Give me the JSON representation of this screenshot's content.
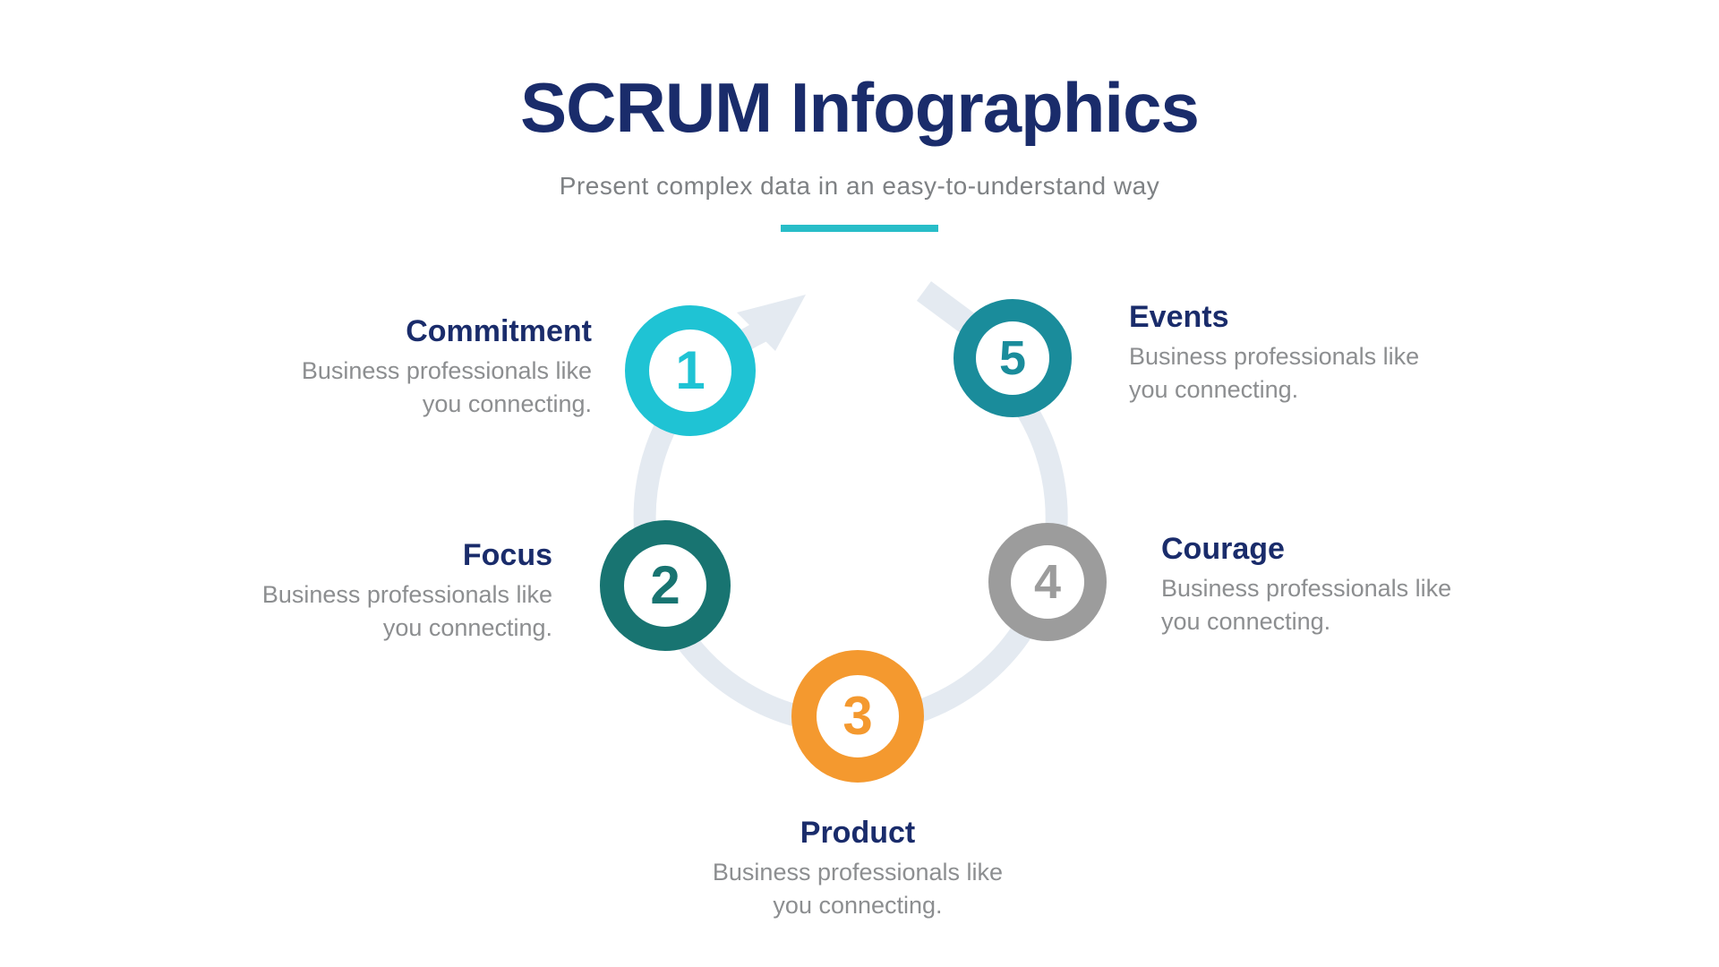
{
  "header": {
    "title": "SCRUM Infographics",
    "subtitle": "Present complex data in an easy-to-understand way"
  },
  "colors": {
    "heading_navy": "#1A2C6B",
    "subtitle_gray": "#7E8184",
    "body_gray": "#8C8E90",
    "divider_teal": "#28BDC8",
    "ring_light": "#E4EAF1"
  },
  "diagram": {
    "items": [
      {
        "number": "1",
        "label": "Commitment",
        "description": "Business professionals like you connecting.",
        "color": "#1FC3D4"
      },
      {
        "number": "2",
        "label": "Focus",
        "description": "Business professionals like you connecting.",
        "color": "#187471"
      },
      {
        "number": "3",
        "label": "Product",
        "description": "Business professionals like you connecting.",
        "color": "#F4992F"
      },
      {
        "number": "4",
        "label": "Courage",
        "description": "Business professionals like you connecting.",
        "color": "#9C9C9C"
      },
      {
        "number": "5",
        "label": "Events",
        "description": "Business professionals like you connecting.",
        "color": "#1A8C9B"
      }
    ]
  }
}
